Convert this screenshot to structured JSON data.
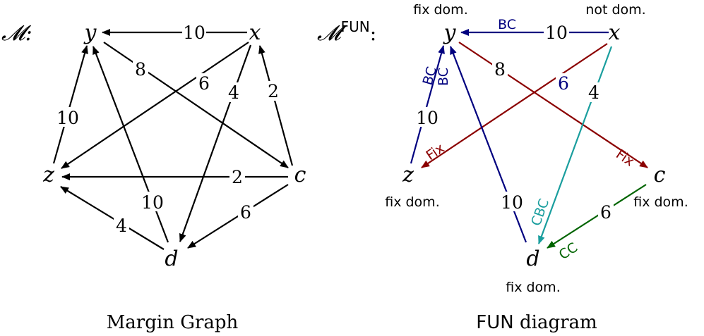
{
  "colors": {
    "black": "#000000",
    "blue": "#00007f",
    "red": "#8b0000",
    "teal": "#1a9e9e",
    "green": "#006400"
  },
  "left": {
    "title": "𝓜:",
    "caption": "Margin Graph",
    "nodes": {
      "y": "y",
      "x": "x",
      "z": "z",
      "c": "c",
      "d": "d"
    },
    "edges": [
      {
        "from": "x",
        "to": "y",
        "label": "10"
      },
      {
        "from": "y",
        "to": "c",
        "label": "8"
      },
      {
        "from": "x",
        "to": "z",
        "label": "6"
      },
      {
        "from": "x",
        "to": "d",
        "label": "4"
      },
      {
        "from": "c",
        "to": "x",
        "label": "2"
      },
      {
        "from": "z",
        "to": "y",
        "label": "10"
      },
      {
        "from": "c",
        "to": "z",
        "label": "2"
      },
      {
        "from": "d",
        "to": "y",
        "label": "10"
      },
      {
        "from": "c",
        "to": "d",
        "label": "6"
      },
      {
        "from": "d",
        "to": "z",
        "label": "4"
      }
    ]
  },
  "right": {
    "title_base": "𝓜",
    "title_sup": "FUN",
    "title_colon": ":",
    "caption_bold": "FUN",
    "caption_rest": " diagram",
    "nodes": {
      "y": "y",
      "x": "x",
      "z": "z",
      "c": "c",
      "d": "d"
    },
    "status": {
      "y": "fix dom.",
      "x": "not dom.",
      "z": "fix dom.",
      "c": "fix dom.",
      "d": "fix dom."
    },
    "edges": [
      {
        "from": "x",
        "to": "y",
        "label": "10",
        "tag": "BC",
        "color": "blue"
      },
      {
        "from": "y",
        "to": "c",
        "label": "8",
        "tag": "Fix",
        "color": "red"
      },
      {
        "from": "x",
        "to": "z",
        "label": "6",
        "tag": "Fix",
        "color": "red"
      },
      {
        "from": "x",
        "to": "d",
        "label": "4",
        "tag": "CBC",
        "color": "teal"
      },
      {
        "from": "z",
        "to": "y",
        "label": "10",
        "tag": "BC",
        "color": "blue"
      },
      {
        "from": "d",
        "to": "y",
        "label": "10",
        "tag": "BC",
        "color": "blue"
      },
      {
        "from": "c",
        "to": "d",
        "label": "6",
        "tag": "CC",
        "color": "green"
      }
    ]
  }
}
